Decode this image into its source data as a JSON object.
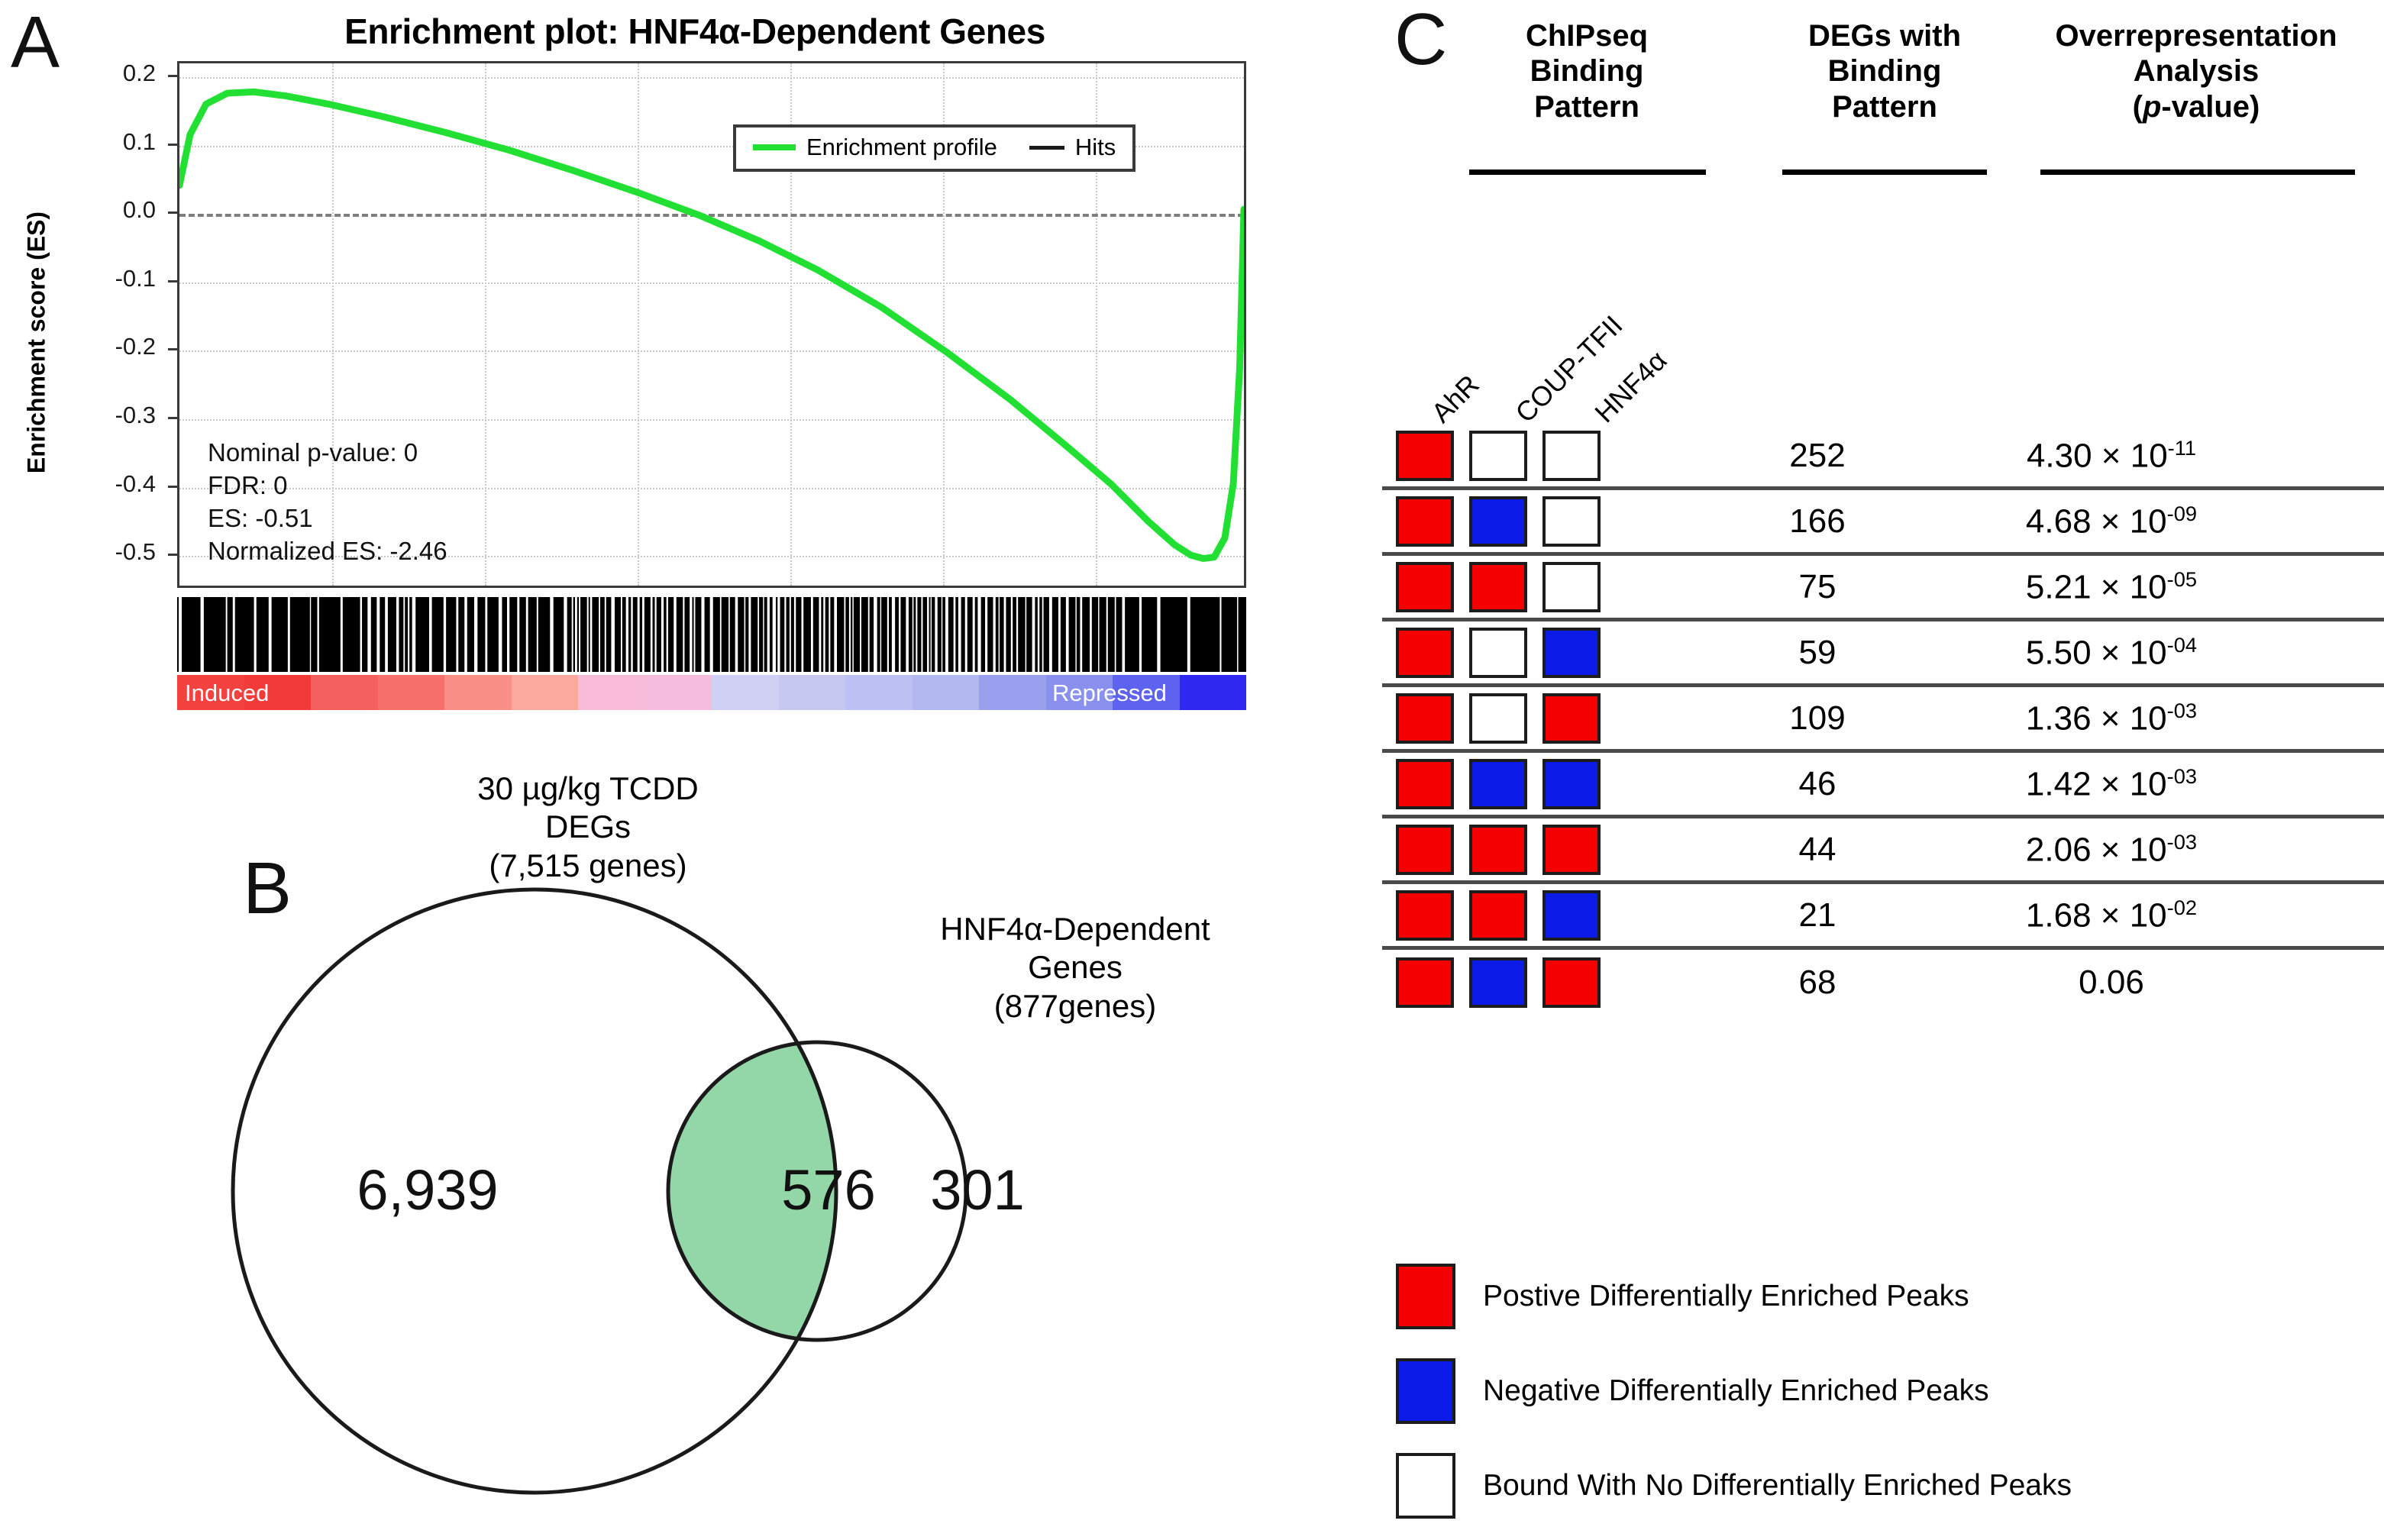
{
  "panels": {
    "a": {
      "letter": "A",
      "title": "Enrichment plot: HNF4α-Dependent Genes",
      "ylabel": "Enrichment score (ES)",
      "ytick_labels": [
        "0.2",
        "0.1",
        "0.0",
        "-0.1",
        "-0.2",
        "-0.3",
        "-0.4",
        "-0.5"
      ],
      "stats": {
        "nominal_p": "Nominal p-value: 0",
        "fdr": "FDR: 0",
        "es": "ES: -0.51",
        "nes": "Normalized ES: -2.46"
      },
      "legend": {
        "enrichment_profile": "Enrichment profile",
        "hits": "Hits"
      },
      "rank_bar": {
        "left_label": "Induced",
        "right_label": "Repressed"
      }
    },
    "b": {
      "letter": "B",
      "left_label": "30 µg/kg TCDD\nDEGs\n(7,515 genes)",
      "right_label": "HNF4α-Dependent\nGenes\n(877genes)",
      "counts": {
        "left_only": "6,939",
        "intersection": "576",
        "right_only": "301"
      }
    },
    "c": {
      "letter": "C",
      "headers": {
        "chipseq": "ChIPseq\nBinding\nPattern",
        "degs": "DEGs with\nBinding\nPattern",
        "ora": "Overrepresentation\nAnalysis\n(p-value)"
      },
      "tf_labels": [
        "AhR",
        "COUP-TFII",
        "HNF4α"
      ],
      "rows": [
        {
          "pattern": [
            "red",
            "white",
            "white"
          ],
          "count": "252",
          "p_mantissa": "4.30 × 10",
          "p_exponent": "-11"
        },
        {
          "pattern": [
            "red",
            "blue",
            "white"
          ],
          "count": "166",
          "p_mantissa": "4.68 × 10",
          "p_exponent": "-09"
        },
        {
          "pattern": [
            "red",
            "red",
            "white"
          ],
          "count": "75",
          "p_mantissa": "5.21 × 10",
          "p_exponent": "-05"
        },
        {
          "pattern": [
            "red",
            "white",
            "blue"
          ],
          "count": "59",
          "p_mantissa": "5.50 × 10",
          "p_exponent": "-04"
        },
        {
          "pattern": [
            "red",
            "white",
            "red"
          ],
          "count": "109",
          "p_mantissa": "1.36 × 10",
          "p_exponent": "-03"
        },
        {
          "pattern": [
            "red",
            "blue",
            "blue"
          ],
          "count": "46",
          "p_mantissa": "1.42 × 10",
          "p_exponent": "-03"
        },
        {
          "pattern": [
            "red",
            "red",
            "red"
          ],
          "count": "44",
          "p_mantissa": "2.06 × 10",
          "p_exponent": "-03"
        },
        {
          "pattern": [
            "red",
            "red",
            "blue"
          ],
          "count": "21",
          "p_mantissa": "1.68 × 10",
          "p_exponent": "-02"
        },
        {
          "pattern": [
            "red",
            "blue",
            "red"
          ],
          "count": "68",
          "p_mantissa": "0.06",
          "p_exponent": ""
        }
      ],
      "legend": [
        {
          "color": "red",
          "label": "Postive Differentially Enriched Peaks"
        },
        {
          "color": "blue",
          "label": "Negative Differentially Enriched Peaks"
        },
        {
          "color": "white",
          "label": "Bound With No Differentially Enriched Peaks"
        }
      ]
    }
  },
  "colors": {
    "positive_peak": "#f40000",
    "negative_peak": "#0c1ae8",
    "no_peak": "#ffffff",
    "enrichment_curve": "#22e033",
    "venn_intersection": "#93d6a8"
  },
  "chart_data": {
    "type": "line",
    "title": "Enrichment plot: HNF4α-Dependent Genes",
    "xlabel": "",
    "ylabel": "Enrichment score (ES)",
    "ylim": [
      -0.55,
      0.22
    ],
    "yticks": [
      0.2,
      0.1,
      0.0,
      -0.1,
      -0.2,
      -0.3,
      -0.4,
      -0.5
    ],
    "grid": true,
    "legend_position": "top-right",
    "series": [
      {
        "name": "Enrichment profile",
        "color": "#22e033",
        "x": [
          0.0,
          0.01,
          0.025,
          0.045,
          0.07,
          0.1,
          0.14,
          0.19,
          0.25,
          0.31,
          0.37,
          0.43,
          0.49,
          0.545,
          0.6,
          0.66,
          0.72,
          0.78,
          0.83,
          0.875,
          0.91,
          0.935,
          0.95,
          0.962,
          0.972,
          0.982,
          0.99,
          0.996,
          1.0
        ],
        "y": [
          0.04,
          0.115,
          0.16,
          0.176,
          0.178,
          0.172,
          0.16,
          0.142,
          0.118,
          0.092,
          0.062,
          0.03,
          -0.005,
          -0.042,
          -0.085,
          -0.14,
          -0.205,
          -0.275,
          -0.34,
          -0.4,
          -0.455,
          -0.49,
          -0.505,
          -0.51,
          -0.508,
          -0.48,
          -0.4,
          -0.23,
          0.005
        ]
      }
    ],
    "annotations": {
      "nominal_p_value": 0,
      "fdr": 0,
      "es": -0.51,
      "normalized_es": -2.46
    },
    "rank_bar": {
      "left_label": "Induced",
      "right_label": "Repressed"
    }
  },
  "venn_data": {
    "type": "venn2",
    "sets": [
      {
        "name": "30 µg/kg TCDD DEGs",
        "total": 7515
      },
      {
        "name": "HNF4α-Dependent Genes",
        "total": 877
      }
    ],
    "left_only": 6939,
    "intersection": 576,
    "right_only": 301
  },
  "table_data": {
    "type": "table",
    "columns": [
      "ChIPseq Binding Pattern",
      "DEGs with Binding Pattern",
      "Overrepresentation Analysis (p-value)"
    ],
    "tf_order": [
      "AhR",
      "COUP-TFII",
      "HNF4α"
    ],
    "rows": [
      {
        "pattern": [
          "positive",
          "none",
          "none"
        ],
        "degs": 252,
        "p_value": 4.3e-11
      },
      {
        "pattern": [
          "positive",
          "negative",
          "none"
        ],
        "degs": 166,
        "p_value": 4.68e-09
      },
      {
        "pattern": [
          "positive",
          "positive",
          "none"
        ],
        "degs": 75,
        "p_value": 5.21e-05
      },
      {
        "pattern": [
          "positive",
          "none",
          "negative"
        ],
        "degs": 59,
        "p_value": 0.00055
      },
      {
        "pattern": [
          "positive",
          "none",
          "positive"
        ],
        "degs": 109,
        "p_value": 0.00136
      },
      {
        "pattern": [
          "positive",
          "negative",
          "negative"
        ],
        "degs": 46,
        "p_value": 0.00142
      },
      {
        "pattern": [
          "positive",
          "positive",
          "positive"
        ],
        "degs": 44,
        "p_value": 0.00206
      },
      {
        "pattern": [
          "positive",
          "positive",
          "negative"
        ],
        "degs": 21,
        "p_value": 0.0168
      },
      {
        "pattern": [
          "positive",
          "negative",
          "positive"
        ],
        "degs": 68,
        "p_value": 0.06
      }
    ]
  }
}
